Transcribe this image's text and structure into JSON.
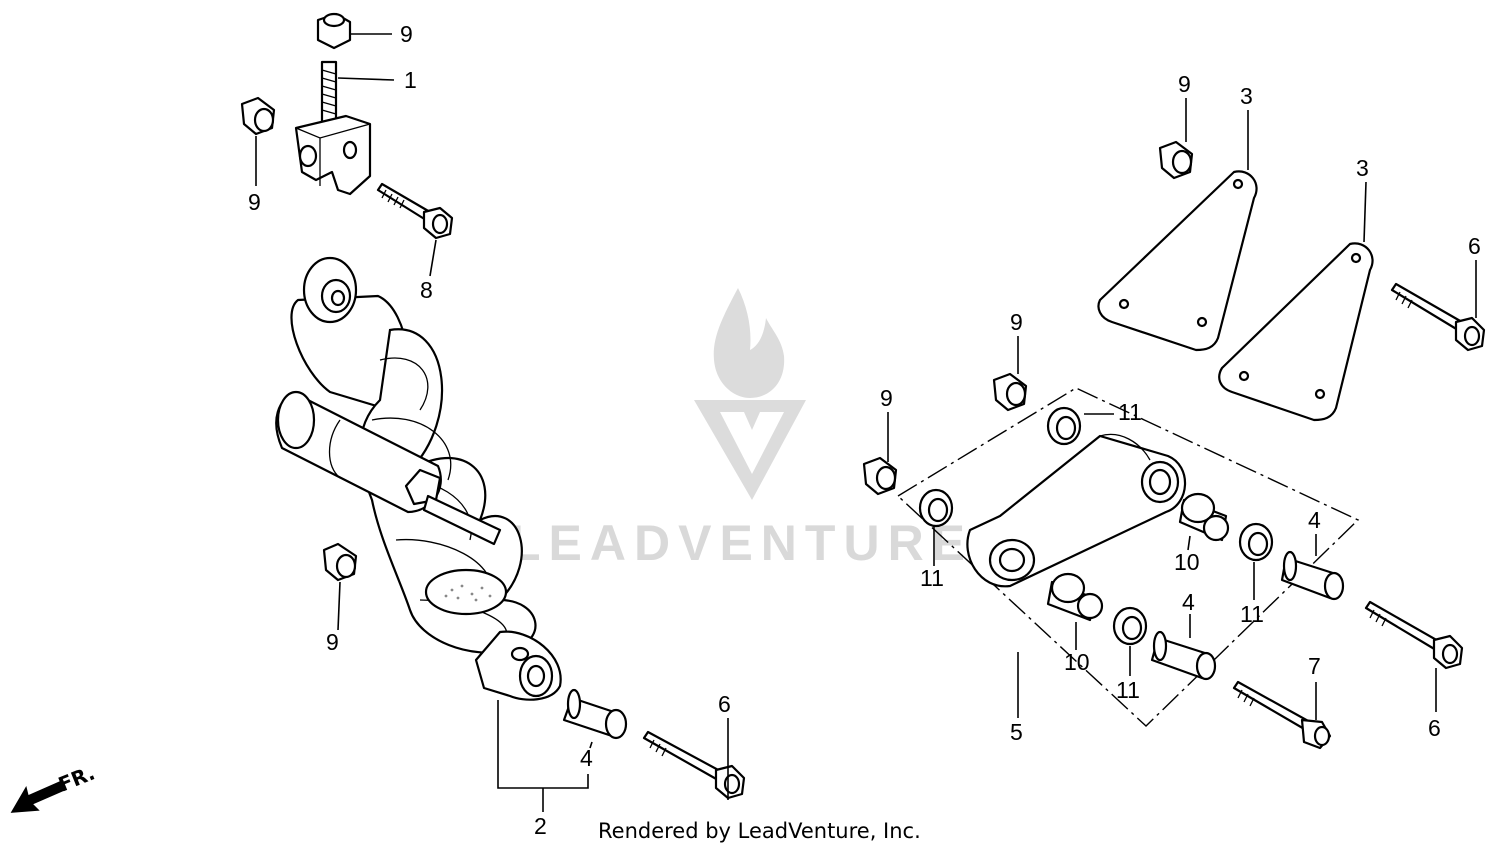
{
  "watermark": {
    "text": "LEADVENTURE"
  },
  "footer": {
    "credit": "Rendered by LeadVenture, Inc."
  },
  "direction": {
    "label": "FR."
  },
  "callouts": {
    "c1": "1",
    "c2": "2",
    "c3a": "3",
    "c3b": "3",
    "c4a": "4",
    "c4b": "4",
    "c4c": "4",
    "c5": "5",
    "c6a": "6",
    "c6b": "6",
    "c6c": "6",
    "c7": "7",
    "c8": "8",
    "c9a": "9",
    "c9b": "9",
    "c9c": "9",
    "c9d": "9",
    "c9e": "9",
    "c9f": "9",
    "c10a": "10",
    "c10b": "10",
    "c11a": "11",
    "c11b": "11",
    "c11c": "11",
    "c11d": "11"
  },
  "colors": {
    "line": "#000000",
    "watermark": "#dcdcdc",
    "background": "#ffffff"
  }
}
